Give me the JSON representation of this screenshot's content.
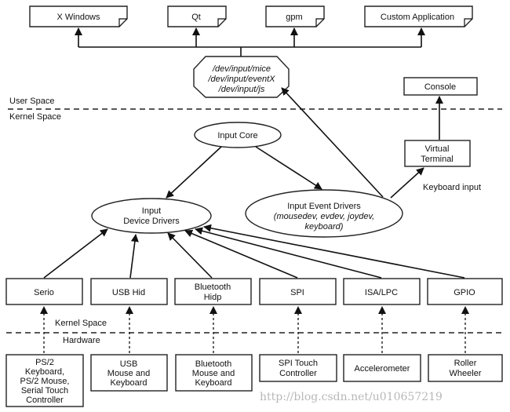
{
  "apps": {
    "x_windows": "X Windows",
    "qt": "Qt",
    "gpm": "gpm",
    "custom_application": "Custom Application"
  },
  "dev_nodes": {
    "line1": "/dev/input/mice",
    "line2": "/dev/input/eventX",
    "line3": "/dev/input/js"
  },
  "console": "Console",
  "spaces": {
    "user_space": "User Space",
    "kernel_space_top": "Kernel Space",
    "kernel_space_bottom": "Kernel Space",
    "hardware": "Hardware"
  },
  "input_core": "Input Core",
  "virtual_terminal": {
    "line1": "Virtual",
    "line2": "Terminal"
  },
  "keyboard_input": "Keyboard input",
  "input_device_drivers": {
    "line1": "Input",
    "line2": "Device Drivers"
  },
  "input_event_drivers": {
    "line1": "Input Event Drivers",
    "line2": "(mousedev, evdev, joydev,",
    "line3": "keyboard)"
  },
  "buses": {
    "serio": "Serio",
    "usb_hid": "USB Hid",
    "bluetooth_hidp": {
      "line1": "Bluetooth",
      "line2": "Hidp"
    },
    "spi": "SPI",
    "isa_lpc": "ISA/LPC",
    "gpio": "GPIO"
  },
  "hardware_devices": {
    "ps2": {
      "line1": "PS/2",
      "line2": "Keyboard,",
      "line3": "PS/2 Mouse,",
      "line4": "Serial Touch",
      "line5": "Controller"
    },
    "usb": {
      "line1": "USB",
      "line2": "Mouse and",
      "line3": "Keyboard"
    },
    "bluetooth": {
      "line1": "Bluetooth",
      "line2": "Mouse and",
      "line3": "Keyboard"
    },
    "spi_touch": {
      "line1": "SPI Touch",
      "line2": "Controller"
    },
    "accelerometer": "Accelerometer",
    "roller_wheeler": {
      "line1": "Roller",
      "line2": "Wheeler"
    }
  },
  "watermark": "http://blog.csdn.net/u010657219"
}
